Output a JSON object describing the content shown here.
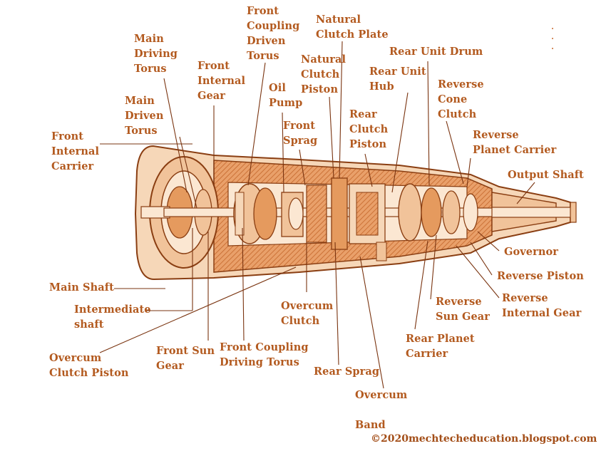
{
  "colors": {
    "ink": "#b35a1f",
    "stroke": "#8a3e12",
    "fill_light": "#f1c39a",
    "fill_mid": "#e59a5e",
    "fill_dark": "#c96a2c"
  },
  "labels": {
    "main_driving_torus": "Main\nDriving\nTorus",
    "front_coupling_driven_torus": "Front\nCoupling\nDriven\nTorus",
    "natural_clutch_plate": "Natural\nClutch Plate",
    "rear_unit_drum": "Rear Unit Drum",
    "front_internal_gear": "Front\nInternal\nGear",
    "natural_clutch_piston": "Natural\nClutch\nPiston",
    "rear_unit_hub": "Rear Unit\nHub",
    "main_driven_torus": "Main\nDriven\nTorus",
    "oil_pump": "Oil\nPump",
    "reverse_cone_clutch": "Reverse\nCone\nClutch",
    "front_sprag": "Front\nSprag",
    "rear_clutch_piston": "Rear\nClutch\nPiston",
    "front_internal_carrier": "Front\nInternal\nCarrier",
    "reverse_planet_carrier": "Reverse\nPlanet Carrier",
    "output_shaft": "Output Shaft",
    "governor": "Governor",
    "reverse_piston": "Reverse Piston",
    "main_shaft": "Main Shaft",
    "overcum_clutch": "Overcum\nClutch",
    "reverse_sun_gear": "Reverse\nSun Gear",
    "reverse_internal_gear": "Reverse\nInternal Gear",
    "intermediate_shaft": "Intermediate\nshaft",
    "rear_planet_carrier": "Rear Planet\nCarrier",
    "front_sun_gear": "Front Sun\nGear",
    "front_coupling_driving_torus": "Front Coupling\nDriving Torus",
    "overcum_clutch_piston": "Overcum\nClutch Piston",
    "rear_sprag": "Rear Sprag",
    "overcum_band": "Overcum\n\nBand"
  },
  "copyright": "©2020mechtecheducation.blogspot.com"
}
